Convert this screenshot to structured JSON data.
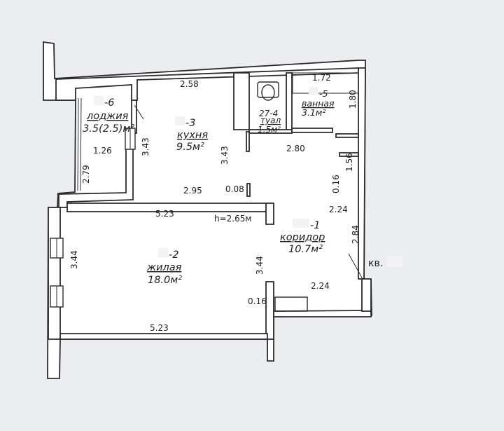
{
  "rooms": {
    "loggia": {
      "code": "-6",
      "name": "лоджия",
      "area": "3.5(2.5)м²"
    },
    "kitchen": {
      "code": "-3",
      "name": "кухня",
      "area": "9.5м²"
    },
    "toilet": {
      "code": "27-4",
      "name": "туал",
      "area": "1.5м²"
    },
    "bathroom": {
      "code": "-5",
      "name": "ванная",
      "area": "3.1м²"
    },
    "corridor": {
      "code": "-1",
      "name": "коридор",
      "area": "10.7м²"
    },
    "living": {
      "code": "-2",
      "name": "жилая",
      "area": "18.0м²"
    }
  },
  "height_note": "h=2.65м",
  "apartment_label": "кв.",
  "dimensions": {
    "d258": "2.58",
    "d172": "1.72",
    "d180": "1.80",
    "d343a": "3.43",
    "d343b": "3.43",
    "d280": "2.80",
    "d156": "1.56",
    "d016a": "0.16",
    "d224a": "2.24",
    "d126": "1.26",
    "d279": "2.79",
    "d295": "2.95",
    "d008": "0.08",
    "d523a": "5.23",
    "d284": "2.84",
    "d344a": "3.44",
    "d344b": "3.44",
    "d224b": "2.24",
    "d016b": "0.16",
    "d523b": "5.23"
  }
}
